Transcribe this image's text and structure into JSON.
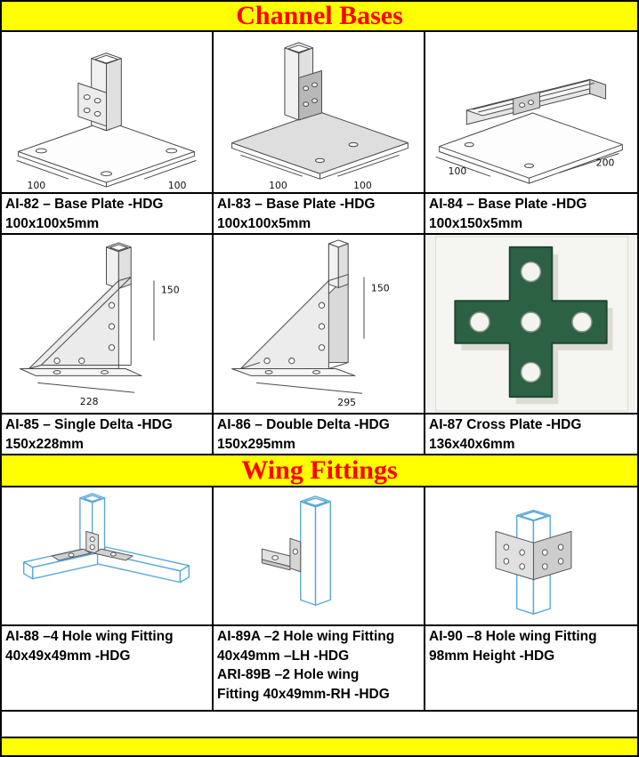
{
  "page": {
    "section_channel_bases": "Channel Bases",
    "section_wing_fittings": "Wing Fittings"
  },
  "colors": {
    "header_bg": "#ffff00",
    "header_text": "#ff0000",
    "table_border": "#000000",
    "cross_plate_green": "#2d6143",
    "wing_drawing_blue": "#59a8d8"
  },
  "products": {
    "ai82": {
      "code_line": "AI-82 – Base Plate -HDG",
      "size_line": "100x100x5mm",
      "dim_left": "100",
      "dim_right": "100"
    },
    "ai83": {
      "code_line": "AI-83 – Base Plate -HDG",
      "size_line": "100x100x5mm",
      "dim_left": "100",
      "dim_right": "100"
    },
    "ai84": {
      "code_line": "AI-84 – Base Plate -HDG",
      "size_line": "100x150x5mm",
      "dim_left": "100",
      "dim_right": "200"
    },
    "ai85": {
      "code_line": "AI-85 – Single Delta -HDG",
      "size_line": "150x228mm",
      "dim_height": "150",
      "dim_base": "228"
    },
    "ai86": {
      "code_line": "AI-86 – Double Delta -HDG",
      "size_line": "150x295mm",
      "dim_height": "150",
      "dim_base": "295"
    },
    "ai87": {
      "code_line": "AI-87 Cross Plate -HDG",
      "size_line": "136x40x6mm"
    },
    "ai88": {
      "code_line": "AI-88 –4 Hole wing Fitting",
      "size_line": "40x49x49mm -HDG"
    },
    "ai89": {
      "code_line": "AI-89A –2 Hole wing Fitting",
      "size_line": "40x49mm –LH -HDG",
      "code_line2": "ARI-89B –2 Hole wing",
      "size_line2": "Fitting 40x49mm-RH -HDG"
    },
    "ai90": {
      "code_line": "AI-90 –8 Hole wing Fitting",
      "size_line": "98mm Height -HDG"
    }
  }
}
